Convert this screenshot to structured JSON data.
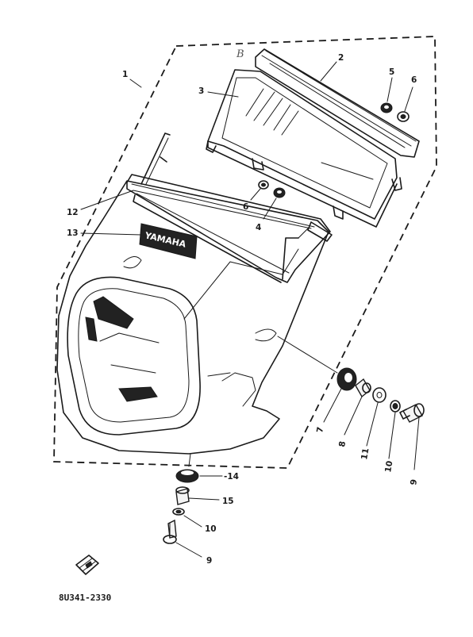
{
  "callouts": {
    "c1": "1",
    "c2": "2",
    "c3": "3",
    "c4": "4",
    "c5": "5",
    "c6a": "6",
    "c6b": "6",
    "c7": "7",
    "c8": "8",
    "c9a": "9",
    "c9b": "9",
    "c10a": "10",
    "c10b": "10",
    "c11": "11",
    "c12": "12",
    "c13": "13",
    "c14": "-14",
    "c15": "15"
  },
  "corner_mark": "B",
  "logo": "YAMAHA",
  "reference_code": "8U341-2330"
}
